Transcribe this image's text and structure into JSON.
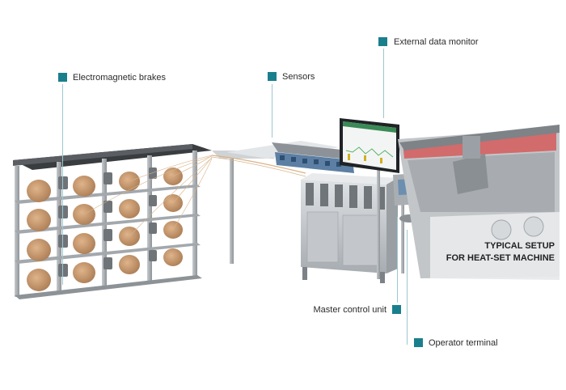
{
  "labels": {
    "brakes": "Electromagnetic brakes",
    "sensors": "Sensors",
    "monitor": "External data monitor",
    "master": "Master control unit",
    "terminal": "Operator terminal"
  },
  "caption": {
    "line1": "TYPICAL SETUP",
    "line2": "FOR HEAT-SET MACHINE"
  },
  "colors": {
    "accent": "#1a7f8c",
    "leader": "#9bc8cf",
    "steel": "#b9bec3",
    "spool": "#c99a70"
  },
  "icons": {
    "marker": "square-marker-icon"
  }
}
